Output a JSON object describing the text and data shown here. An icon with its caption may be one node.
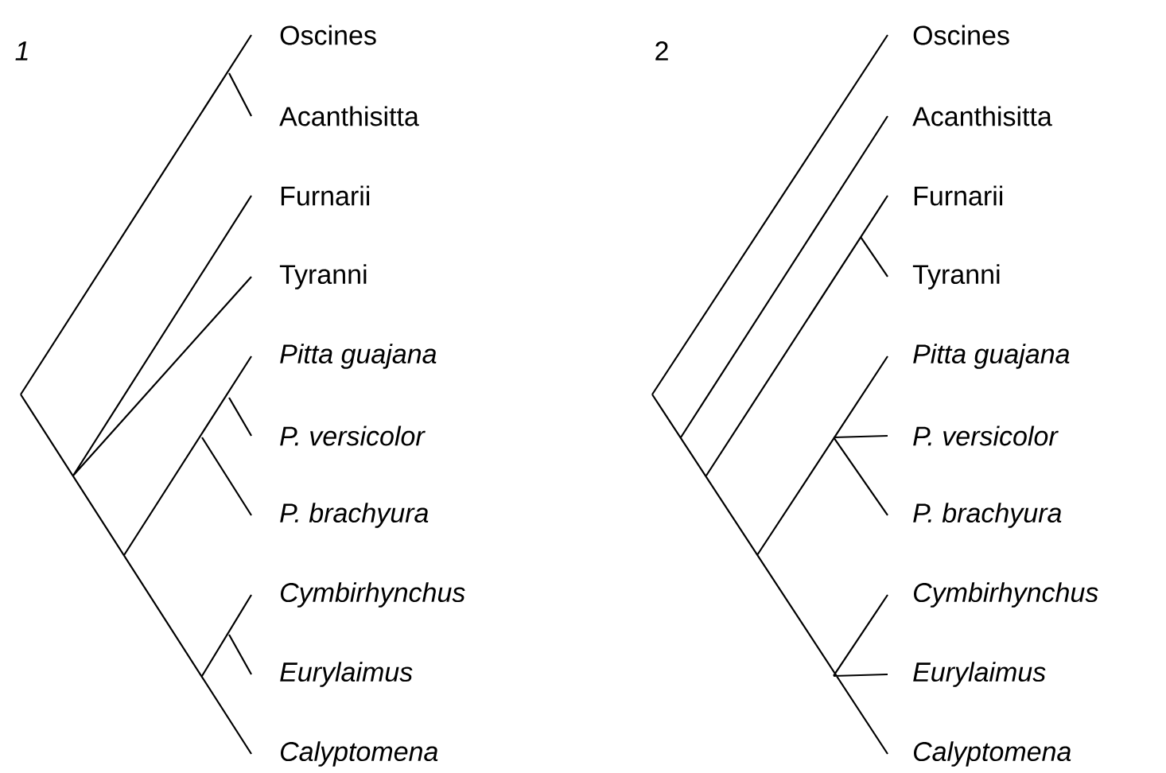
{
  "diagram": {
    "labels": [
      "1",
      "Oscines",
      "Acanthisitta",
      "Furnarii",
      "Tyranni",
      "Pitta guajana",
      "P. versicolor",
      "P. brachyura",
      "Cymbirhynchus",
      "Eurylaimus",
      "Calyptomena",
      "2",
      "Oscines",
      "Acanthisitta",
      "Furnarii",
      "Tyranni",
      "Pitta guajana",
      "P. versicolor",
      "P. brachyura",
      "Cymbirhynchus",
      "Eurylaimus",
      "Calyptomena"
    ]
  }
}
